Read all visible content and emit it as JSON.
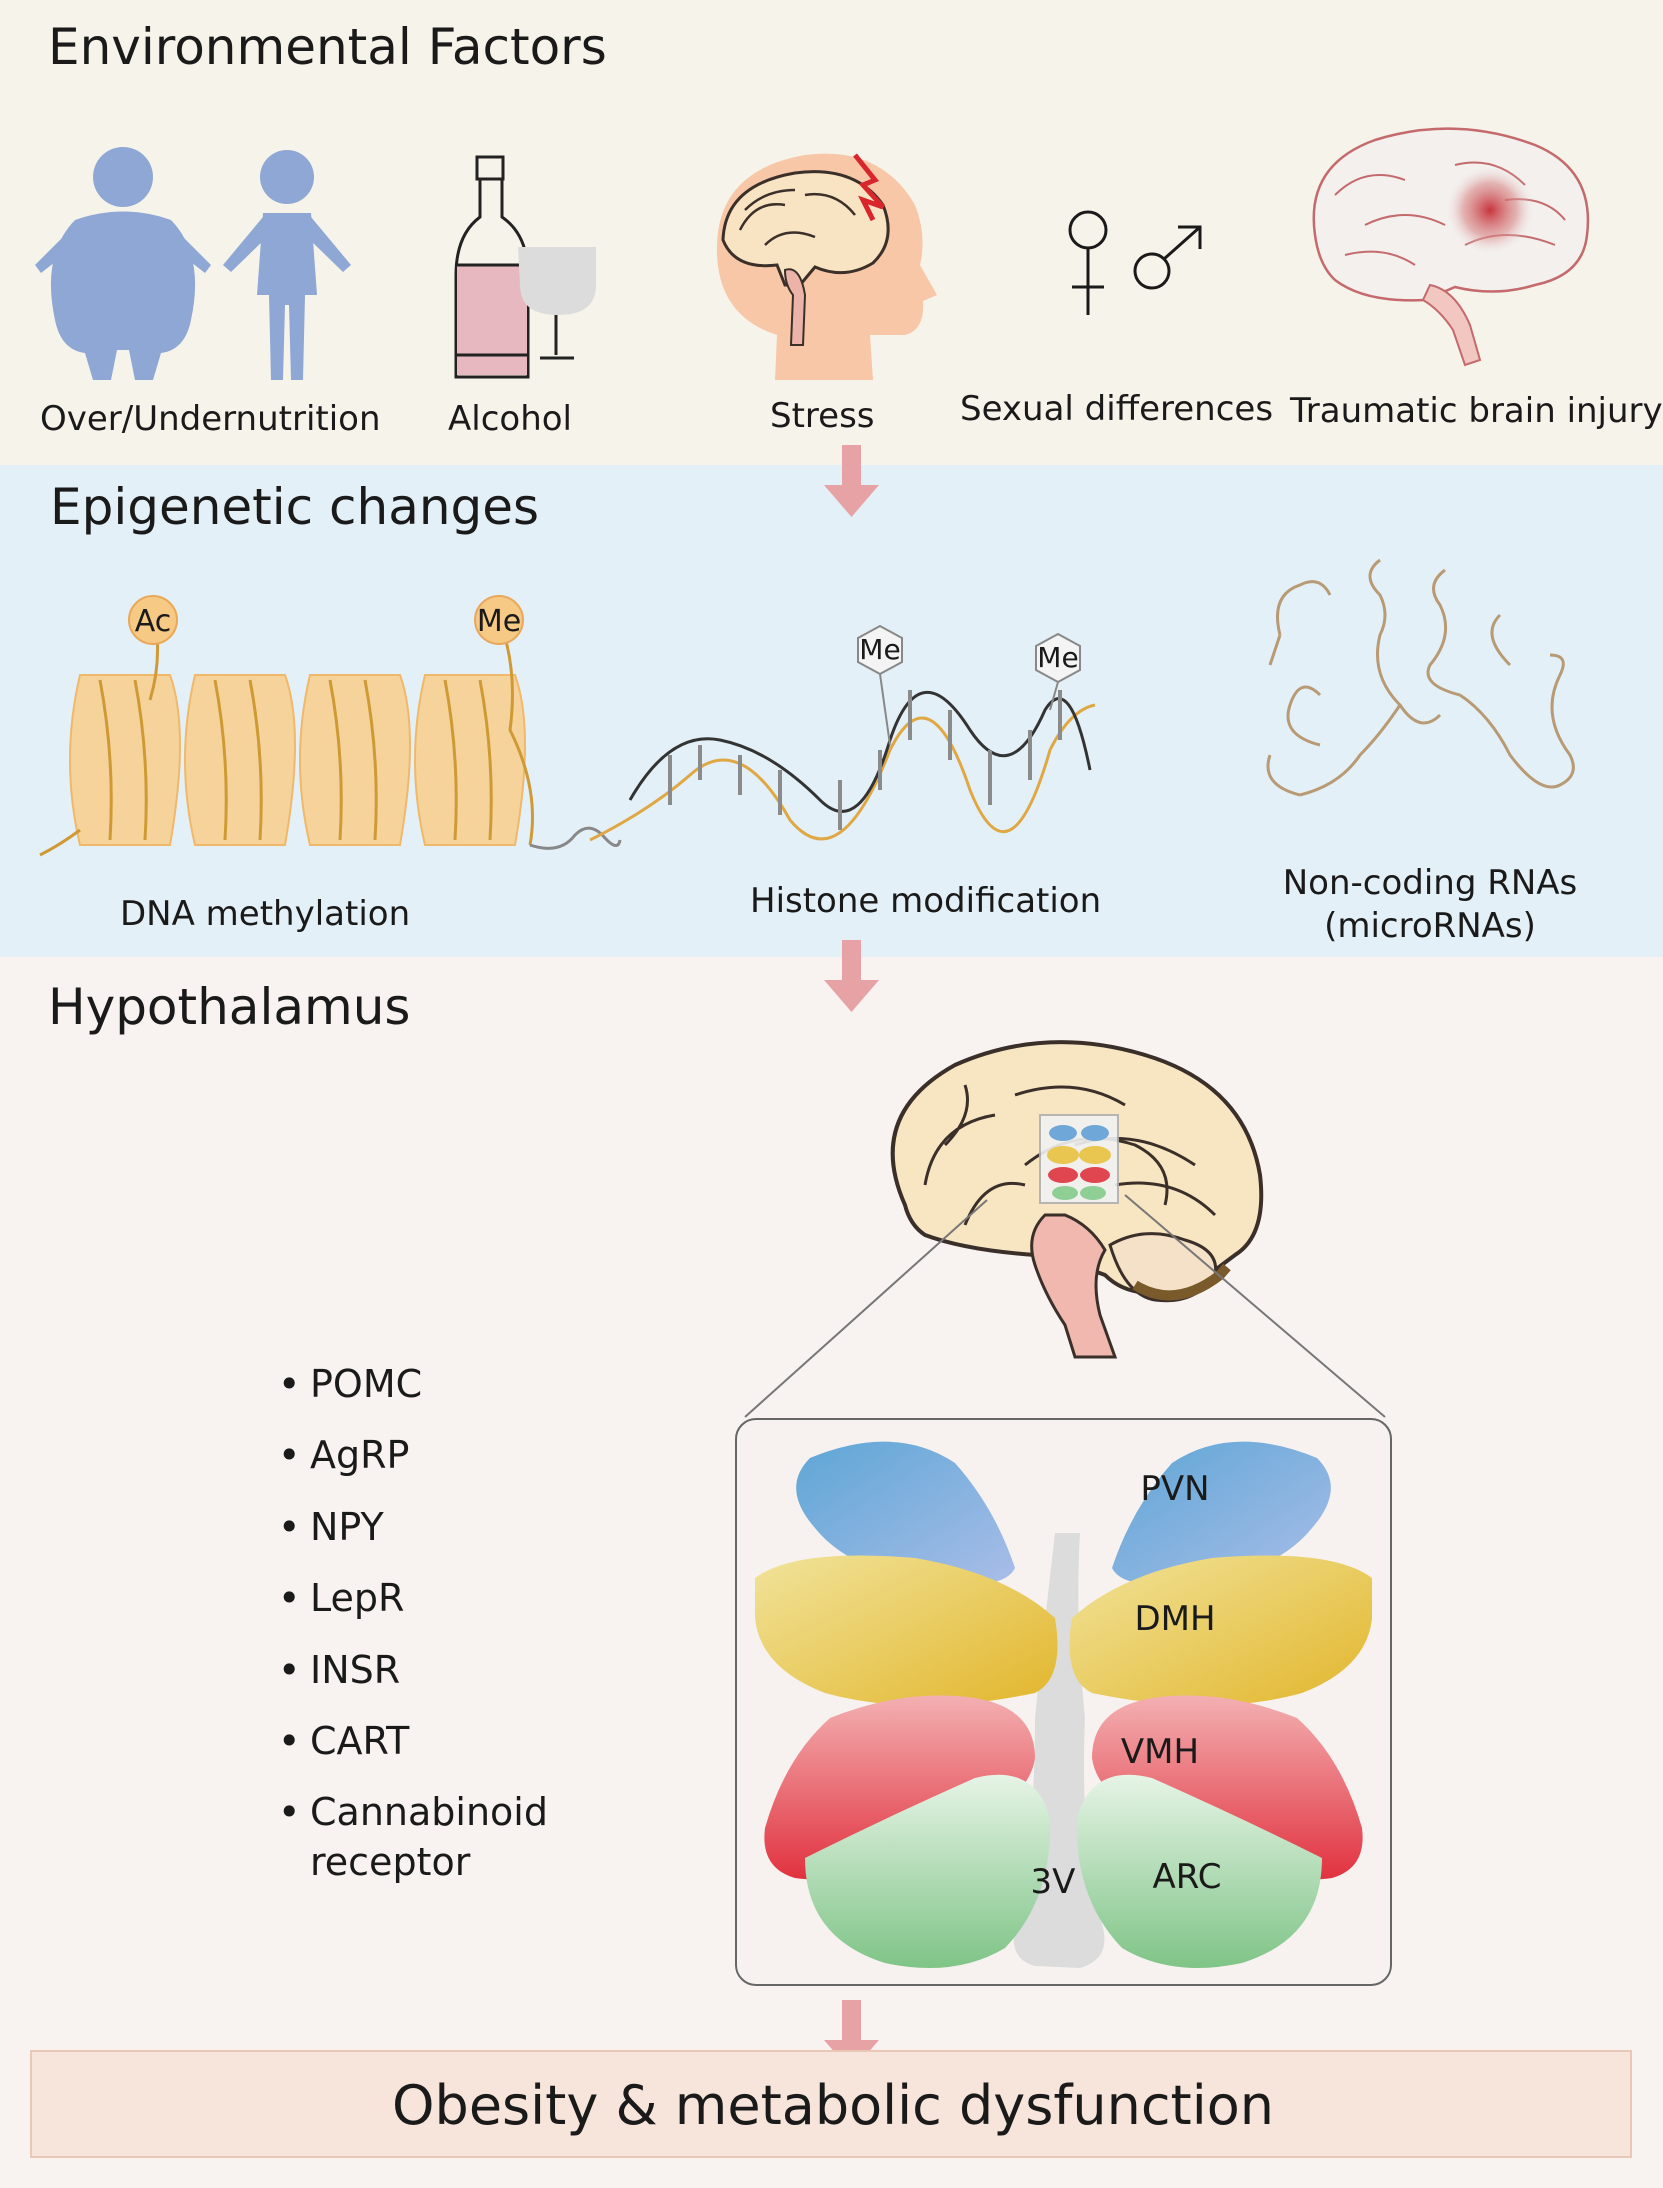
{
  "sections": {
    "environmental": {
      "heading": "Environmental Factors",
      "items": [
        {
          "label": "Over/Undernutrition",
          "icon": "body-size-icon"
        },
        {
          "label": "Alcohol",
          "icon": "alcohol-bottle-icon"
        },
        {
          "label": "Stress",
          "icon": "stressed-head-icon"
        },
        {
          "label": "Sexual differences",
          "icon": "sex-symbols-icon"
        },
        {
          "label": "Traumatic brain injury",
          "icon": "injured-brain-icon"
        }
      ]
    },
    "epigenetic": {
      "heading": "Epigenetic changes",
      "items": [
        {
          "label": "DNA methylation"
        },
        {
          "label": "Histone modification"
        },
        {
          "label": "Non-coding RNAs",
          "sublabel": "(microRNAs)"
        }
      ],
      "tags": {
        "acetyl": "Ac",
        "methyl": "Me"
      }
    },
    "hypothalamus": {
      "heading": "Hypothalamus",
      "markers": [
        "POMC",
        "AgRP",
        "NPY",
        "LepR",
        "INSR",
        "CART",
        "Cannabinoid receptor"
      ],
      "regions": {
        "pvn": "PVN",
        "dmh": "DMH",
        "vmh": "VMH",
        "arc": "ARC",
        "third_ventricle": "3V"
      }
    },
    "outcome": {
      "label": "Obesity & metabolic dysfunction"
    }
  },
  "colors": {
    "env_bg": "#f6f3ea",
    "epi_bg": "#e4f0f7",
    "hyp_bg": "#f8f3f1",
    "arrow": "#e7a2a6",
    "body_blue": "#8ea7d4",
    "nucleosome": "#f6d39a",
    "pvn": "#6fa8d8",
    "dmh": "#e9c64f",
    "vmh": "#e0464f",
    "arc": "#8fcf95",
    "outcome_bg": "#f7e4db"
  }
}
